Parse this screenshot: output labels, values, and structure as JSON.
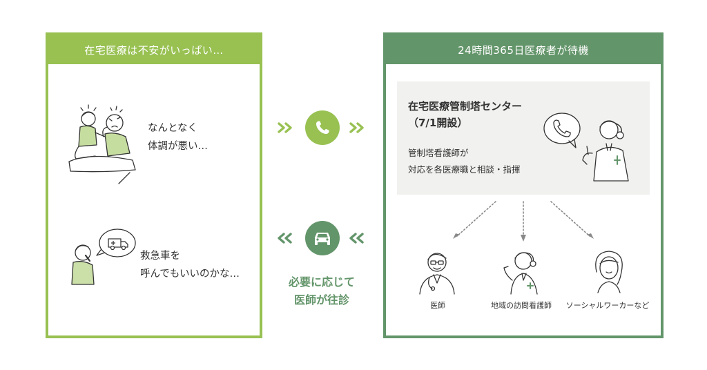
{
  "left_panel": {
    "header": "在宅医療は不安がいっぱい…",
    "concern_1": {
      "line1": "なんとなく",
      "line2": "体調が悪い…"
    },
    "concern_2": {
      "line1": "救急車を",
      "line2": "呼んでもいいのかな…"
    }
  },
  "right_panel": {
    "header": "24時間365日医療者が待機",
    "center_title_line1": "在宅医療管制塔センター",
    "center_title_line2": "（7/1開設）",
    "center_desc_line1": "管制塔看護師が",
    "center_desc_line2": "対応を各医療職と相談・指揮",
    "roles": [
      "医師",
      "地域の訪問看護師",
      "ソーシャルワーカーなど"
    ]
  },
  "middle": {
    "label_line1": "必要に応じて",
    "label_line2": "医師が往診"
  },
  "colors": {
    "light_green": "#98c152",
    "dark_green": "#63956a",
    "hub_bg": "#f1f2ef"
  },
  "icons": [
    "phone-icon",
    "car-icon",
    "ambulance-icon",
    "forward-chevrons-icon",
    "back-chevrons-icon"
  ]
}
